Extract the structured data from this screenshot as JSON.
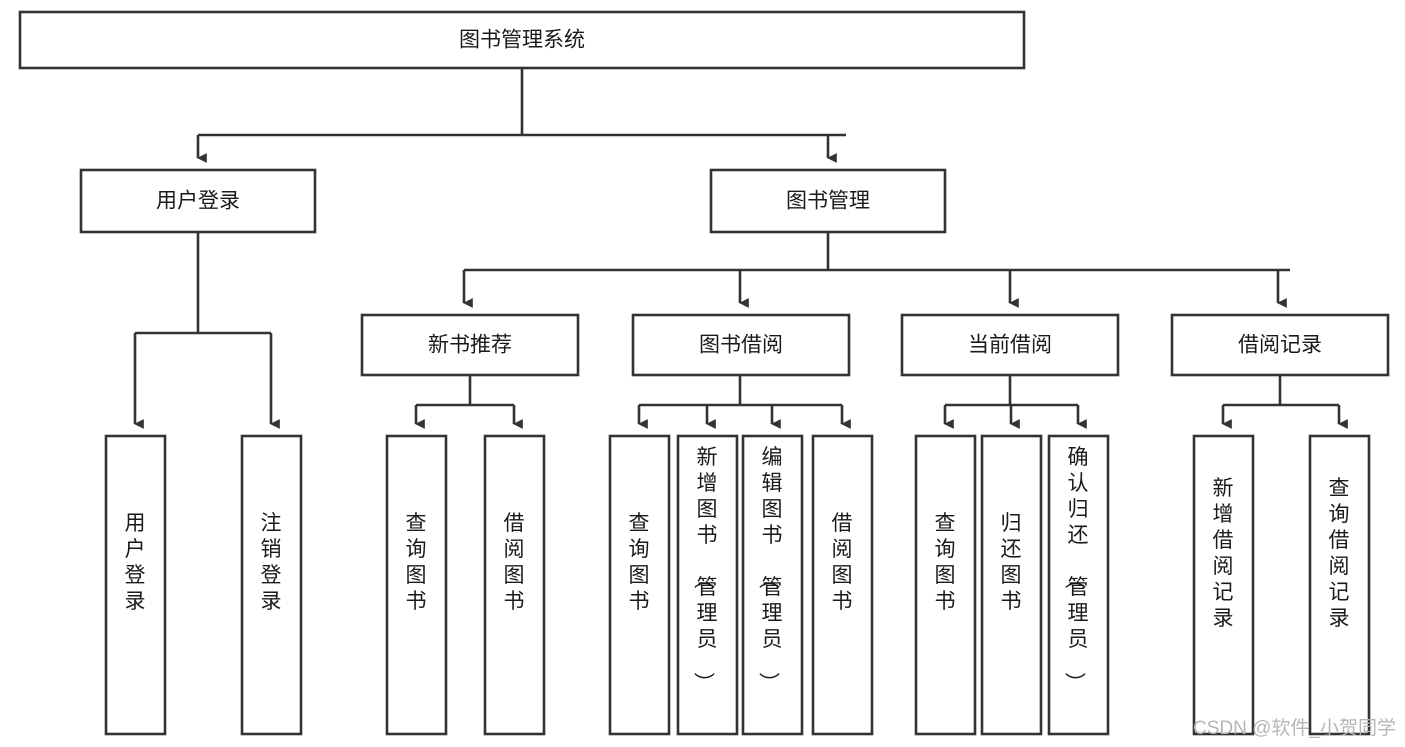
{
  "diagram": {
    "type": "tree",
    "title": "图书管理系统",
    "orientation": "top-down",
    "colors": {
      "box_fill": "#ffffff",
      "box_stroke": "#333333",
      "text": "#1a1a1a",
      "watermark": "#b6b6b6"
    },
    "levels": {
      "root": {
        "label": "图书管理系统"
      },
      "level2": [
        {
          "label": "用户登录"
        },
        {
          "label": "图书管理"
        }
      ],
      "level3": [
        {
          "label": "新书推荐"
        },
        {
          "label": "图书借阅"
        },
        {
          "label": "当前借阅"
        },
        {
          "label": "借阅记录"
        }
      ],
      "leaves": {
        "user_login": [
          {
            "label": "用户登录"
          },
          {
            "label": "注销登录"
          }
        ],
        "new_book_recommend": [
          {
            "label": "查询图书"
          },
          {
            "label": "借阅图书"
          }
        ],
        "book_borrow": [
          {
            "label": "查询图书"
          },
          {
            "label": "新增图书（管理员）"
          },
          {
            "label": "编辑图书（管理员）"
          },
          {
            "label": "借阅图书"
          }
        ],
        "current_borrow": [
          {
            "label": "查询图书"
          },
          {
            "label": "归还图书"
          },
          {
            "label": "确认归还（管理员）"
          }
        ],
        "borrow_record": [
          {
            "label": "新增借阅记录"
          },
          {
            "label": "查询借阅记录"
          }
        ]
      }
    }
  },
  "watermark": {
    "text": "CSDN @软件_小贺同学"
  }
}
